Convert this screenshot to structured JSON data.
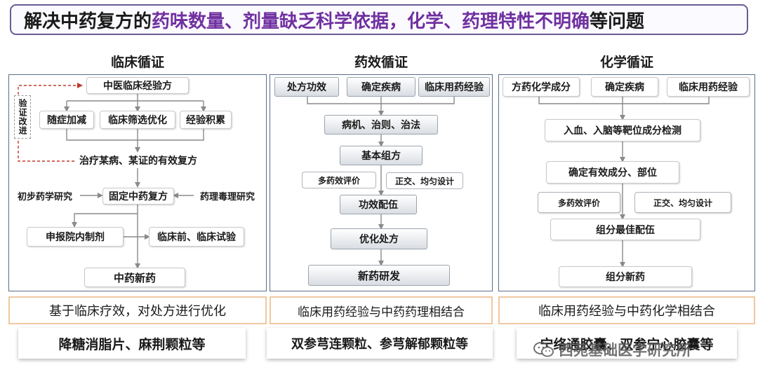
{
  "banner": {
    "part1": "解决中药复方的",
    "part2": "药味数量、剂量缺乏科学依据，化学、药理特性不明确",
    "part3": "等问题"
  },
  "columns": [
    {
      "title": "临床循证",
      "nodes": {
        "n1": "中医临床经验方",
        "n2a": "随症加减",
        "n2b": "临床筛选优化",
        "n2c": "经验积累",
        "n3": "治疗某病、某证的有效复方",
        "n4a": "初步药学研究",
        "n4b": "固定中药复方",
        "n4c": "药理毒理研究",
        "n5a": "申报院内制剂",
        "n5b": "临床前、临床试验",
        "n6": "中药新药"
      },
      "side_label": "验证改进",
      "summary": "基于临床疗效，对处方进行优化",
      "example": "降糖消脂片、麻荆颗粒等"
    },
    {
      "title": "药效循证",
      "nodes": {
        "n1a": "处方功效",
        "n1b": "确定疾病",
        "n1c": "临床用药经验",
        "n2": "病机、治则、治法",
        "n3": "基本组方",
        "n3a": "多药效评价",
        "n3b": "正交、均匀设计",
        "n4": "功效配伍",
        "n5": "优化处方",
        "n6": "新药研发"
      },
      "summary": "临床用药经验与中药药理相结合",
      "example": "双参芎连颗粒、参芎解郁颗粒等"
    },
    {
      "title": "化学循证",
      "nodes": {
        "n1a": "方药化学成分",
        "n1b": "确定疾病",
        "n1c": "临床用药经验",
        "n2": "入血、入脑等靶位成分检测",
        "n3": "确定有效成分、部位",
        "n3a": "多药效评价",
        "n3b": "正交、均匀设计",
        "n4": "组分最佳配伍",
        "n5": "组分新药"
      },
      "summary": "临床用药经验与中药化学相结合",
      "example": "宁络通胶囊、双参宁心胶囊等"
    }
  ],
  "watermark": "西苑基础医学研究所",
  "watermark_icon": "wechat-icon",
  "colors": {
    "banner_border": "#6b5b95",
    "highlight": "#7030a0",
    "summary_border": "#f0c8a0",
    "feedback_arrow": "#c0392b"
  }
}
